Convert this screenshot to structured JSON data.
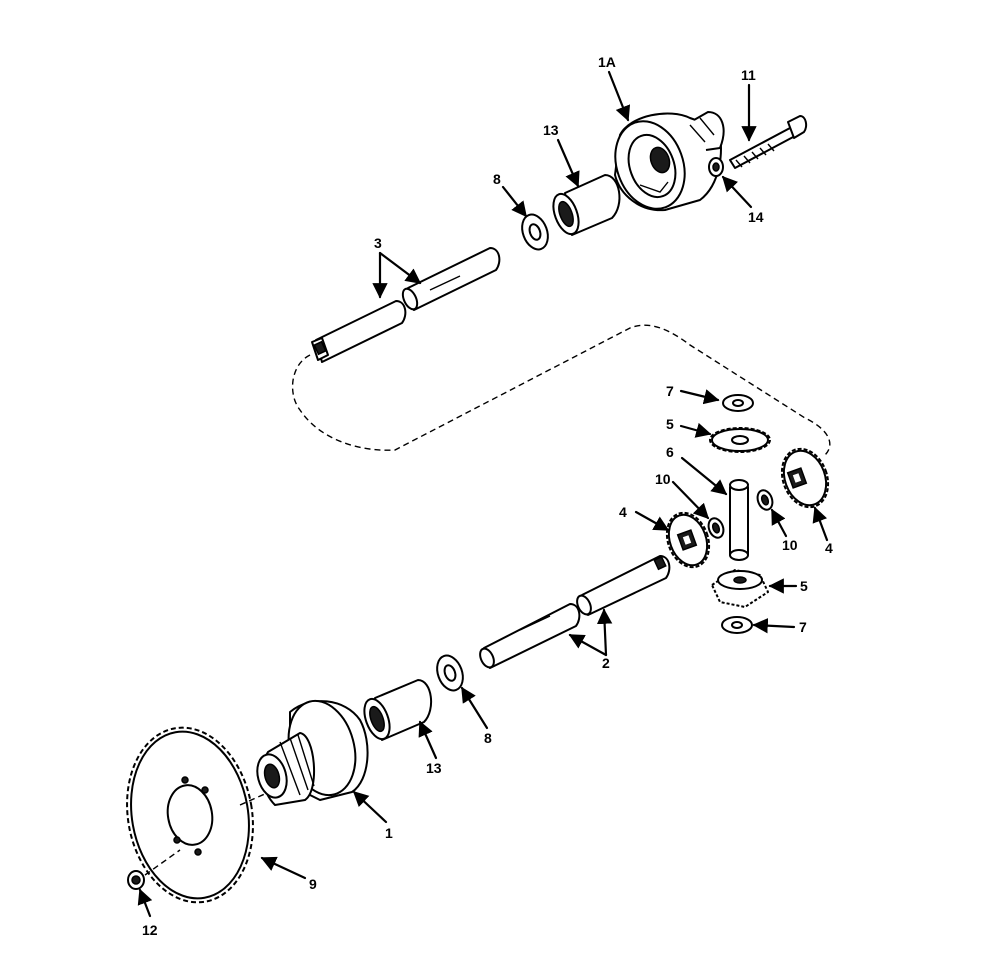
{
  "callouts": {
    "c1": "1",
    "c1a": "1A",
    "c2": "2",
    "c3": "3",
    "c4a": "4",
    "c4b": "4",
    "c5a": "5",
    "c5b": "5",
    "c6": "6",
    "c7a": "7",
    "c7b": "7",
    "c8a": "8",
    "c8b": "8",
    "c9": "9",
    "c10a": "10",
    "c10b": "10",
    "c11": "11",
    "c12": "12",
    "c13a": "13",
    "c13b": "13",
    "c14": "14"
  }
}
